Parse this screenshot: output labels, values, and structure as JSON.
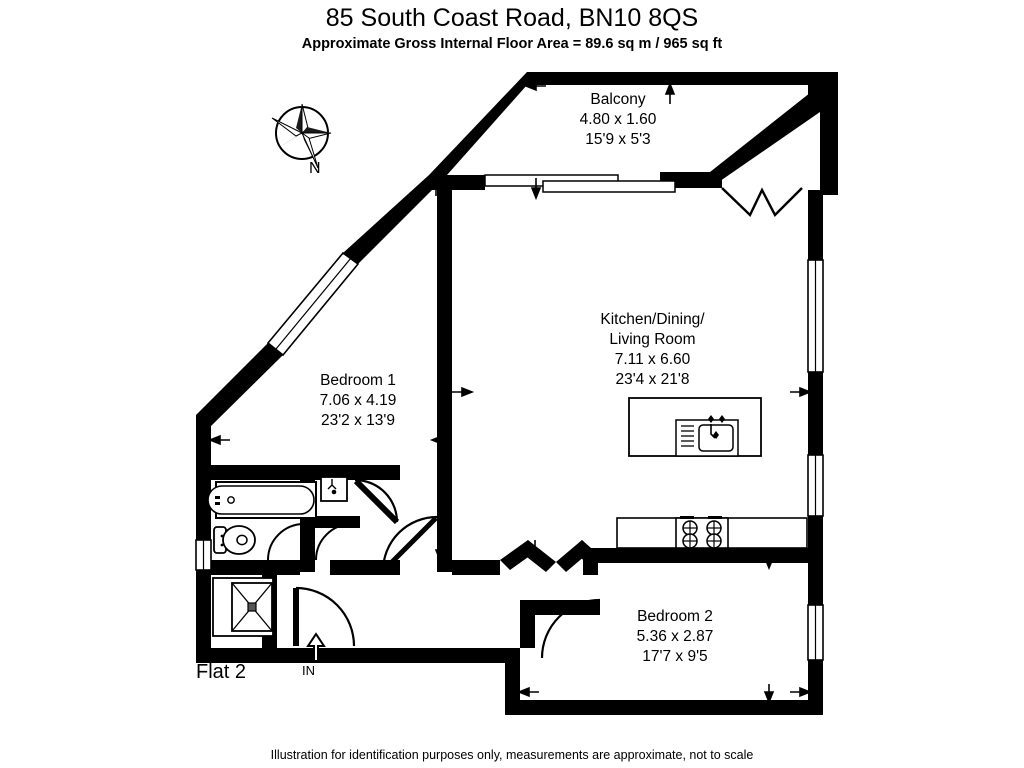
{
  "header": {
    "title": "85 South Coast Road, BN10 8QS",
    "subtitle": "Approximate Gross Internal Floor Area = 89.6 sq m / 965 sq ft"
  },
  "footer": {
    "disclaimer": "Illustration for identification purposes only, measurements are approximate, not to scale"
  },
  "plan": {
    "flat_label": "Flat 2",
    "entrance_label": "IN",
    "compass_label": "N",
    "rooms": [
      {
        "id": "balcony",
        "name": "Balcony",
        "metric": "4.80 x 1.60",
        "imperial": "15'9 x 5'3"
      },
      {
        "id": "kitchen-dining-living",
        "name_line1": "Kitchen/Dining/",
        "name_line2": "Living Room",
        "metric": "7.11 x 6.60",
        "imperial": "23'4 x 21'8"
      },
      {
        "id": "bedroom-1",
        "name": "Bedroom 1",
        "metric": "7.06 x 4.19",
        "imperial": "23'2 x 13'9"
      },
      {
        "id": "bedroom-2",
        "name": "Bedroom 2",
        "metric": "5.36 x 2.87",
        "imperial": "17'7 x 9'5"
      }
    ],
    "fixtures": [
      "bath",
      "toilet",
      "wash-basin",
      "shower-tray",
      "kitchen-sink",
      "hob"
    ],
    "colors": {
      "wall": "#000000",
      "background": "#ffffff",
      "line": "#000000"
    }
  }
}
